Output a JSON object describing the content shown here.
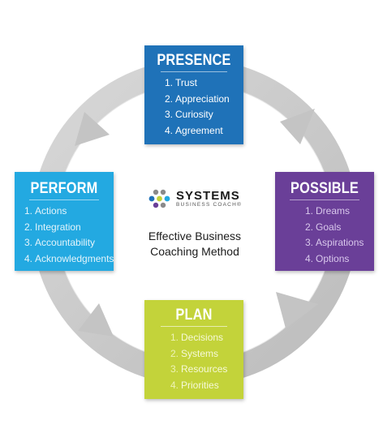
{
  "center": {
    "brand_main": "SYSTEMS",
    "brand_sub": "BUSINESS COACH",
    "brand_mark": "®",
    "tagline_line1": "Effective Business",
    "tagline_line2": "Coaching Method"
  },
  "boxes": {
    "presence": {
      "title": "PRESENCE",
      "color": "#1f72b8",
      "items": [
        {
          "num": "1.",
          "label": "Trust"
        },
        {
          "num": "2.",
          "label": "Appreciation"
        },
        {
          "num": "3.",
          "label": "Curiosity"
        },
        {
          "num": "4.",
          "label": "Agreement"
        }
      ]
    },
    "possible": {
      "title": "POSSIBLE",
      "color": "#6a3f98",
      "items": [
        {
          "num": "1.",
          "label": "Dreams"
        },
        {
          "num": "2.",
          "label": "Goals"
        },
        {
          "num": "3.",
          "label": "Aspirations"
        },
        {
          "num": "4.",
          "label": "Options"
        }
      ]
    },
    "plan": {
      "title": "PLAN",
      "color": "#c3d33a",
      "items": [
        {
          "num": "1.",
          "label": "Decisions"
        },
        {
          "num": "2.",
          "label": "Systems"
        },
        {
          "num": "3.",
          "label": "Resources"
        },
        {
          "num": "4.",
          "label": "Priorities"
        }
      ]
    },
    "perform": {
      "title": "PERFORM",
      "color": "#23a9e1",
      "items": [
        {
          "num": "1.",
          "label": "Actions"
        },
        {
          "num": "2.",
          "label": "Integration"
        },
        {
          "num": "3.",
          "label": "Accountability"
        },
        {
          "num": "4.",
          "label": "Acknowledgments"
        }
      ]
    }
  },
  "colors": {
    "arrow": "#cdcdcd",
    "arrow_edge": "#bdbdbd",
    "background": "#ffffff"
  }
}
